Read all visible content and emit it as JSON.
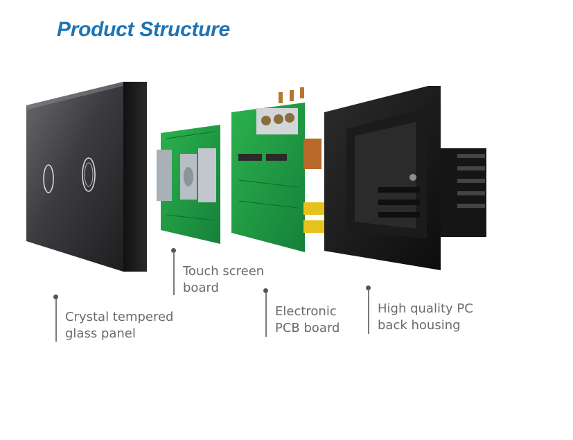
{
  "title": "Product Structure",
  "components": [
    {
      "line1": "Crystal tempered",
      "line2": "glass panel"
    },
    {
      "line1": "Touch screen",
      "line2": "board"
    },
    {
      "line1": "Electronic",
      "line2": "PCB board"
    },
    {
      "line1": "High quality PC",
      "line2": "back housing"
    }
  ],
  "colors": {
    "title": "#1e74b5",
    "glass_panel": "#3a3a3c",
    "pcb_green": "#1f9a3e",
    "housing": "#1a1a1a",
    "label_text": "#6b6b6b"
  }
}
